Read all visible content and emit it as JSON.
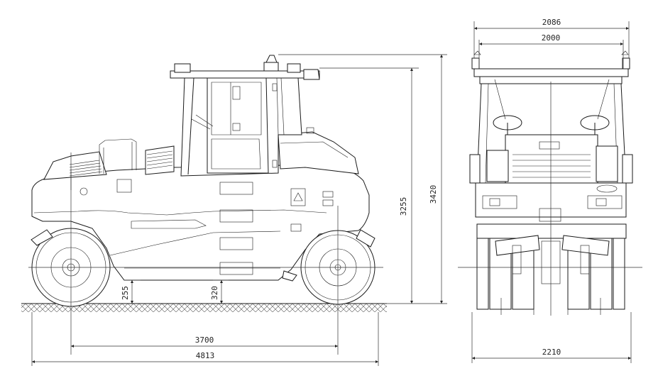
{
  "side_view": {
    "dimensions": {
      "wheelbase": "3700",
      "overall_length": "4813",
      "height_to_canopy": "3255",
      "height_to_beacon": "3420",
      "ground_clearance_front": "255",
      "ground_clearance_mid": "320"
    }
  },
  "front_view": {
    "dimensions": {
      "canopy_width": "2086",
      "roof_width": "2000",
      "overall_width": "2210"
    }
  },
  "colors": {
    "line": "#1a1a1a",
    "background": "#ffffff"
  }
}
